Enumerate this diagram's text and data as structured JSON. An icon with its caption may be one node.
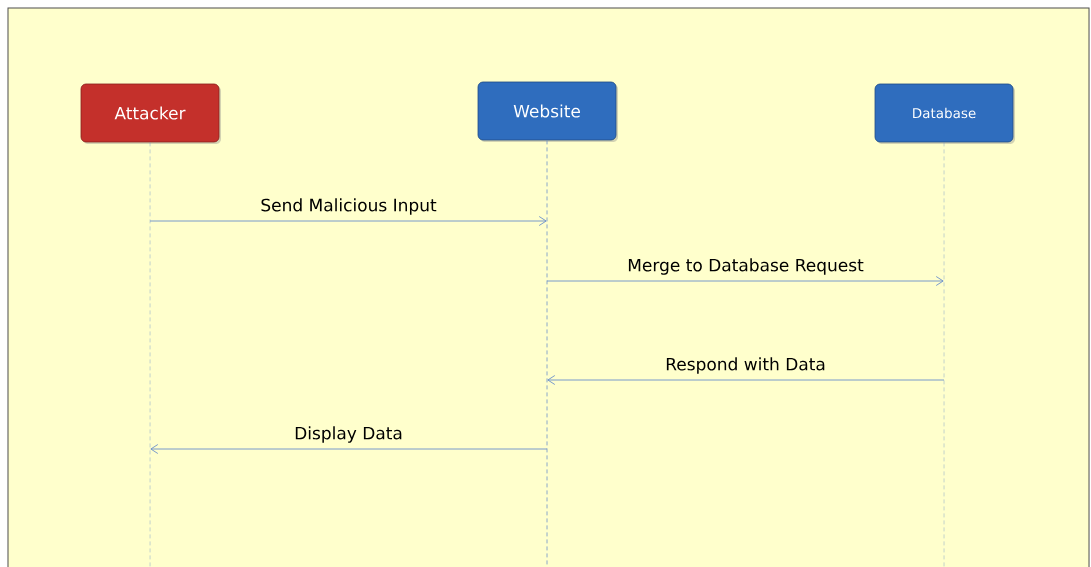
{
  "diagram": {
    "nodes": [
      {
        "text": [
          "Attacker"
        ]
      },
      {
        "text": [
          "Website"
        ]
      },
      {
        "text": [
          "Database"
        ]
      }
    ],
    "edges": [
      {
        "from": 0,
        "to": 1,
        "arrow": "to",
        "label": "Send Malicious Input"
      },
      {
        "from": 1,
        "to": 2,
        "arrow": "to",
        "label": "Merge to Database Request"
      },
      {
        "from": 2,
        "to": 1,
        "arrow": "to",
        "label": "Respond with Data"
      },
      {
        "from": 1,
        "to": 0,
        "arrow": "to",
        "label": "Display Data"
      }
    ]
  }
}
